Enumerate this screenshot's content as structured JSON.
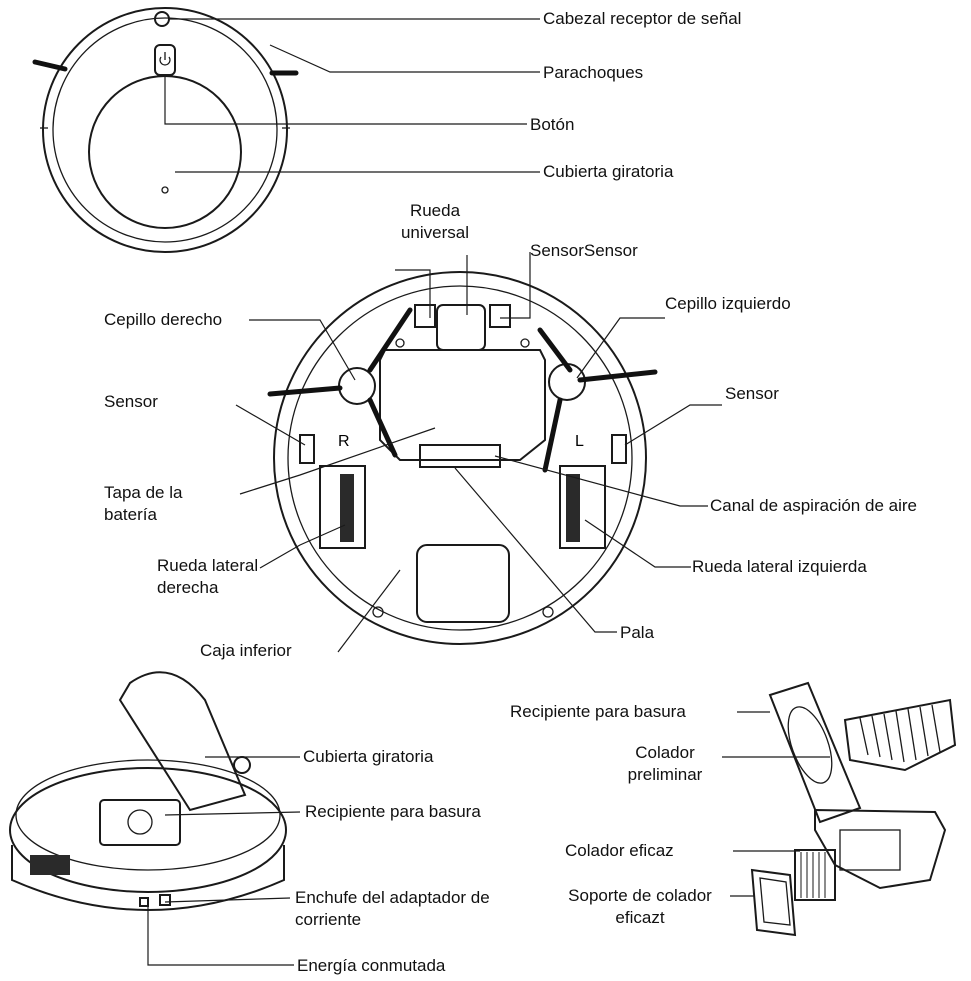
{
  "labels": {
    "signal_head": "Cabezal receptor de señal",
    "bumper": "Parachoques",
    "button": "Botón",
    "rotating_cover_top": "Cubierta giratoria",
    "universal_wheel": "Rueda universal",
    "sensor_top": "SensorSensor",
    "right_brush": "Cepillo derecho",
    "left_brush": "Cepillo izquierdo",
    "sensor_left": "Sensor",
    "sensor_right": "Sensor",
    "battery_cover": "Tapa de la batería",
    "air_channel": "Canal de aspiración de aire",
    "right_wheel": "Rueda lateral derecha",
    "left_wheel": "Rueda lateral izquierda",
    "bottom_case": "Caja inferior",
    "shovel": "Pala",
    "rotating_cover_side": "Cubierta giratoria",
    "dust_bin_side": "Recipiente para basura",
    "power_adapter": "Enchufe del adaptador de corriente",
    "power_switch": "Energía conmutada",
    "dust_bin_parts": "Recipiente para basura",
    "pre_filter": "Colador preliminar",
    "hepa_filter": "Colador eficaz",
    "filter_holder": "Soporte de colador eficazt"
  },
  "side_marks": {
    "right": "R",
    "left": "L"
  },
  "icons": [
    "power-icon"
  ]
}
